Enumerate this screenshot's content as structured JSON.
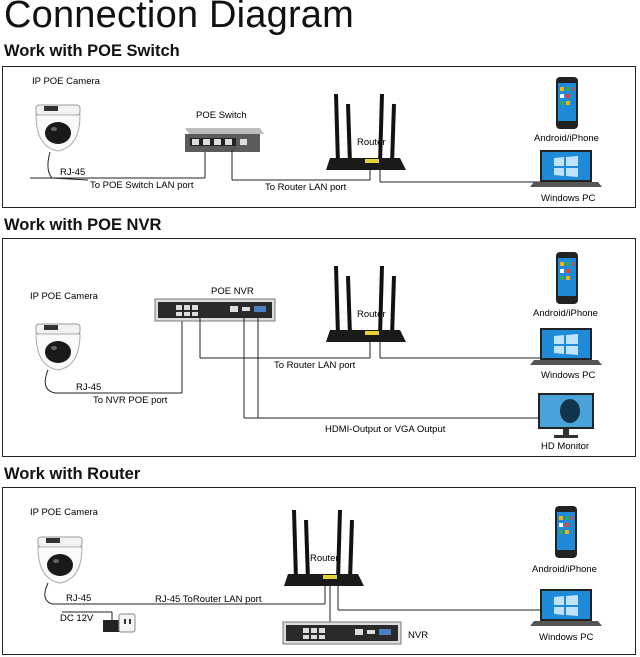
{
  "title": "Connection Diagram",
  "sections": [
    {
      "heading": "Work with POE Switch",
      "camera_label": "IP POE Camera",
      "switch_label": "POE Switch",
      "router_label": "Router",
      "rj45": "RJ-45",
      "to_switch": "To POE Switch LAN port",
      "to_router": "To Router LAN port",
      "phone": "Android/iPhone",
      "pc": "Windows PC"
    },
    {
      "heading": "Work with POE NVR",
      "camera_label": "IP POE Camera",
      "nvr_label": "POE NVR",
      "router_label": "Router",
      "rj45": "RJ-45",
      "to_nvr": "To NVR POE port",
      "to_router": "To Router LAN port",
      "hdmi": "HDMI-Output or VGA Output",
      "phone": "Android/iPhone",
      "pc": "Windows PC",
      "monitor": "HD Monitor"
    },
    {
      "heading": "Work with Router",
      "camera_label": "IP POE Camera",
      "router_label": "Router",
      "rj45": "RJ-45",
      "dc": "DC 12V",
      "to_router": "RJ-45 ToRouter LAN port",
      "nvr_label": "NVR",
      "phone": "Android/iPhone",
      "pc": "Windows PC"
    }
  ],
  "colors": {
    "led": "#e8d23a",
    "screen": "#1f8ad8",
    "line": "#222222"
  },
  "icons": [
    "dome-camera-icon",
    "poe-switch-icon",
    "router-icon",
    "nvr-icon",
    "smartphone-icon",
    "laptop-icon",
    "monitor-icon",
    "power-outlet-icon"
  ]
}
